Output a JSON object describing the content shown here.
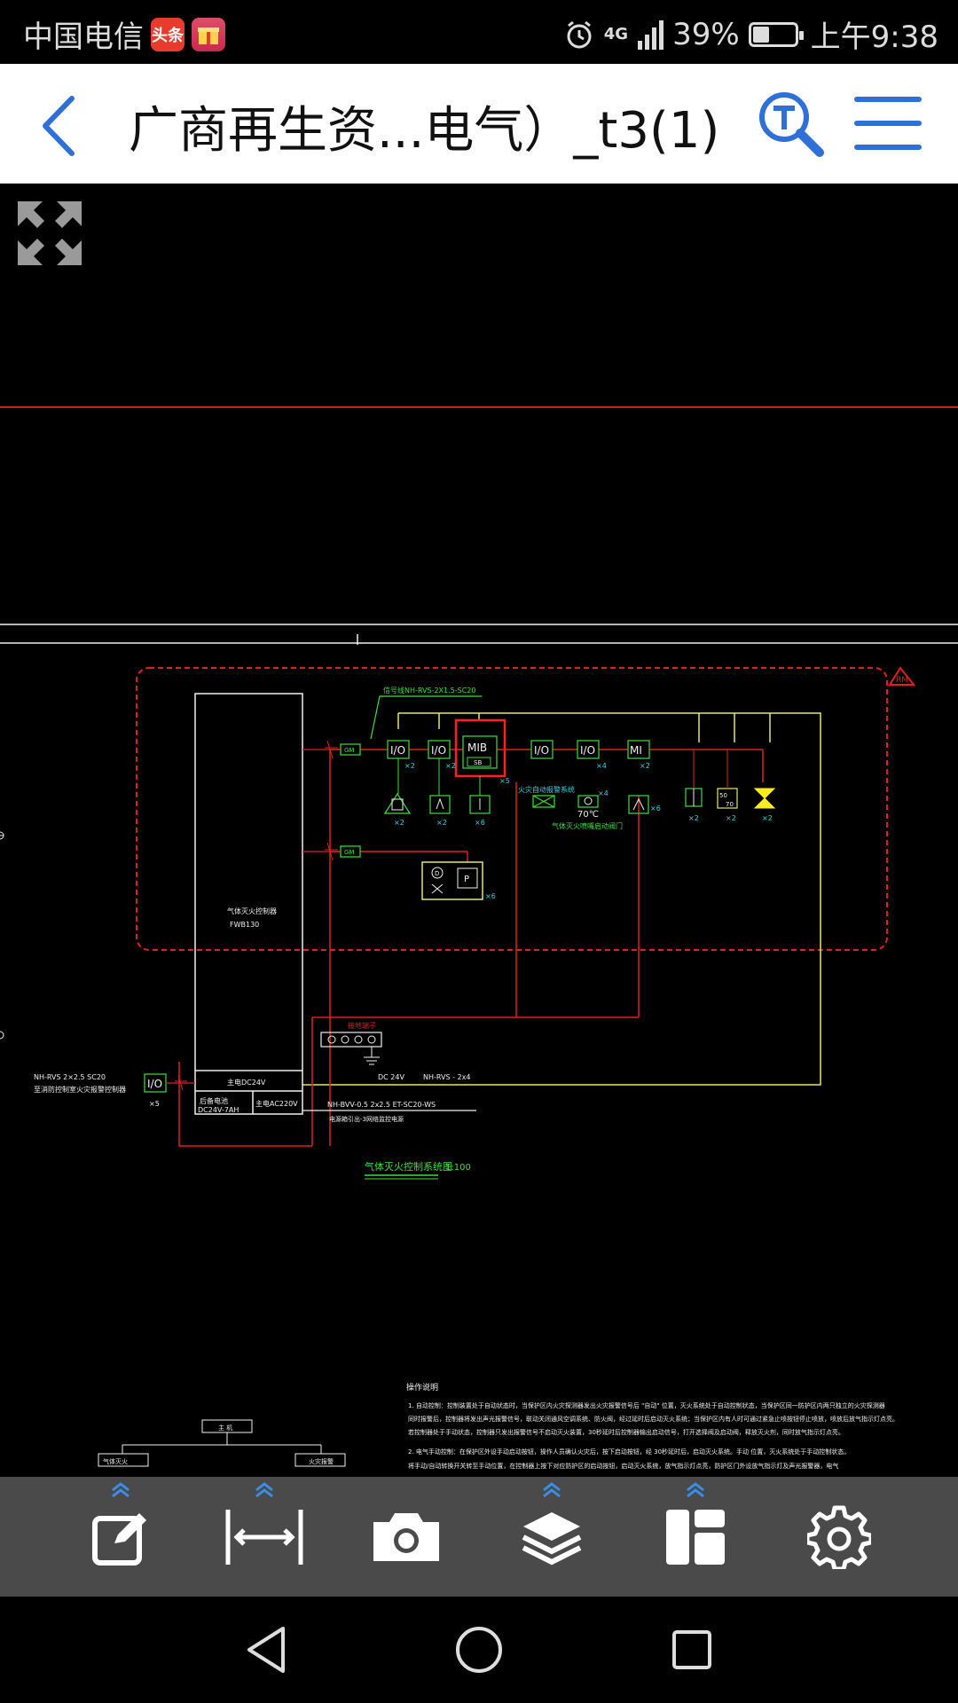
{
  "status_bar": {
    "carrier": "中国电信",
    "app_badge_1": "头条",
    "network": "4G",
    "battery_percent": "39%",
    "battery_level": 0.39,
    "time": "上午9:38"
  },
  "header": {
    "title": "广商再生资...电气）_t3(1)"
  },
  "drawing": {
    "labels": {
      "label_signal": "信号线NH-RVS-2X1.5-SC20",
      "io": "I/O",
      "mib": "MIB",
      "sb": "SB",
      "mi": "MI",
      "gm": "GM",
      "x2": "×2",
      "x4": "×4",
      "x6": "×6",
      "x5": "×5",
      "temp": "70℃",
      "door": "气体灭火喷嘴启动阀门",
      "vent": "火灾自动报警系统",
      "rm": "RM",
      "controller": "气体灭火控制器",
      "model": "FWB130",
      "dc24": "主电DC24V",
      "battery_a": "后备电池",
      "battery_b": "DC24V-7AH",
      "ac220": "主电AC220V",
      "dc24v": "DC 24V",
      "nh_rvs": "NH-RVS - 2x4",
      "nh_bvv": "NH-BVV-0.5 2x2.5 ET-SC20-WS",
      "nh_bvv_sub": "电源箱引出-3网络监控电源",
      "left_1": "NH-RVS 2×2.5  SC20",
      "left_2": "至消防控制室火灾报警控制器",
      "ground": "接地端子",
      "p_label": "P",
      "d_label": "D",
      "sixty": "50",
      "seventy": "70",
      "title_sys": "气体灭火控制系统图",
      "scale": "1:100",
      "notes_heading": "操作说明",
      "note_1": "1. 自动控制：控制装置处于自动状态时，当保护区内火灾探测器发出火灾报警信号后 \"自动\" 位置，灭火系统处于自动控制状态，当保护区同一防护区内两只独立的火灾探测器",
      "note_1b": "同时报警后，控制器将发出声光报警信号，联动关闭通风空调系统、防火阀，经过延时后启动灭火系统；当保护区内有人时可通过紧急止喷按钮停止喷放，喷放后放气指示灯点亮。",
      "note_1c": "若控制器处于手动状态，控制器只发出报警信号不启动灭火装置，30秒延时后控制器输出启动信号，打开选择阀及启动阀，释放灭火剂，同时放气指示灯点亮。",
      "note_2": "2. 电气手动控制：在保护区外设手动启动按钮，操作人员确认火灾后，按下启动按钮，经 30秒延时后，启动灭火系统。手动 位置，灭火系统处于手动控制状态。",
      "note_2b": "将手动/自动转换开关转至手动位置，在控制器上按下对应防护区的启动按钮，启动灭火系统，放气指示灯点亮，防护区门外设放气指示灯及声光报警器，电气",
      "tree_root": "主 机",
      "tree_left": "气体灭火",
      "tree_right": "火灾报警"
    }
  },
  "toolbar": {
    "items": [
      {
        "name": "annotate",
        "icon": "edit-icon"
      },
      {
        "name": "measure",
        "icon": "measure-icon"
      },
      {
        "name": "screenshot",
        "icon": "camera-icon"
      },
      {
        "name": "layers",
        "icon": "layers-icon"
      },
      {
        "name": "layout",
        "icon": "layout-icon"
      },
      {
        "name": "settings",
        "icon": "gear-icon"
      }
    ]
  },
  "colors": {
    "accent_blue": "#2f6fd8",
    "cad_red": "#e02020",
    "cad_yellow": "#e6e66a",
    "cad_green": "#3ce03c",
    "cad_white": "#f0f0f0",
    "cad_cyan": "#37d3e8",
    "toolbar_bg": "#4a4a4a"
  }
}
